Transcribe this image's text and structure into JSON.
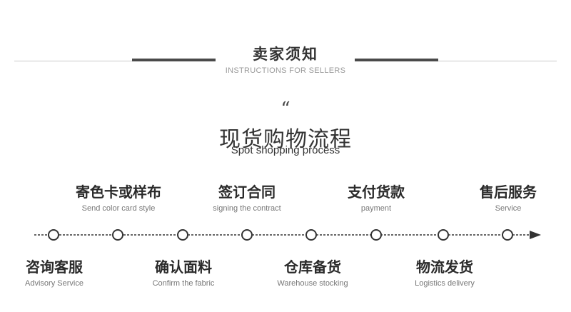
{
  "header": {
    "title": "卖家须知",
    "subtitle": "INSTRUCTIONS FOR SELLERS"
  },
  "quote_mark": "“",
  "process": {
    "title": "现货购物流程",
    "subtitle": "Spot shopping process"
  },
  "steps_top": [
    {
      "cn": "寄色卡或样布",
      "en": "Send color card style"
    },
    {
      "cn": "签订合同",
      "en": "signing the contract"
    },
    {
      "cn": "支付货款",
      "en": "payment"
    },
    {
      "cn": "售后服务",
      "en": "Service"
    }
  ],
  "steps_bottom": [
    {
      "cn": "咨询客服",
      "en": "Advisory Service"
    },
    {
      "cn": "确认面料",
      "en": "Confirm the fabric"
    },
    {
      "cn": "仓库备货",
      "en": "Warehouse stocking"
    },
    {
      "cn": "物流发货",
      "en": "Logistics delivery"
    }
  ],
  "colors": {
    "line": "#333333",
    "rule_thick": "#4a4a4a",
    "rule_thin": "#c9c9c9"
  }
}
